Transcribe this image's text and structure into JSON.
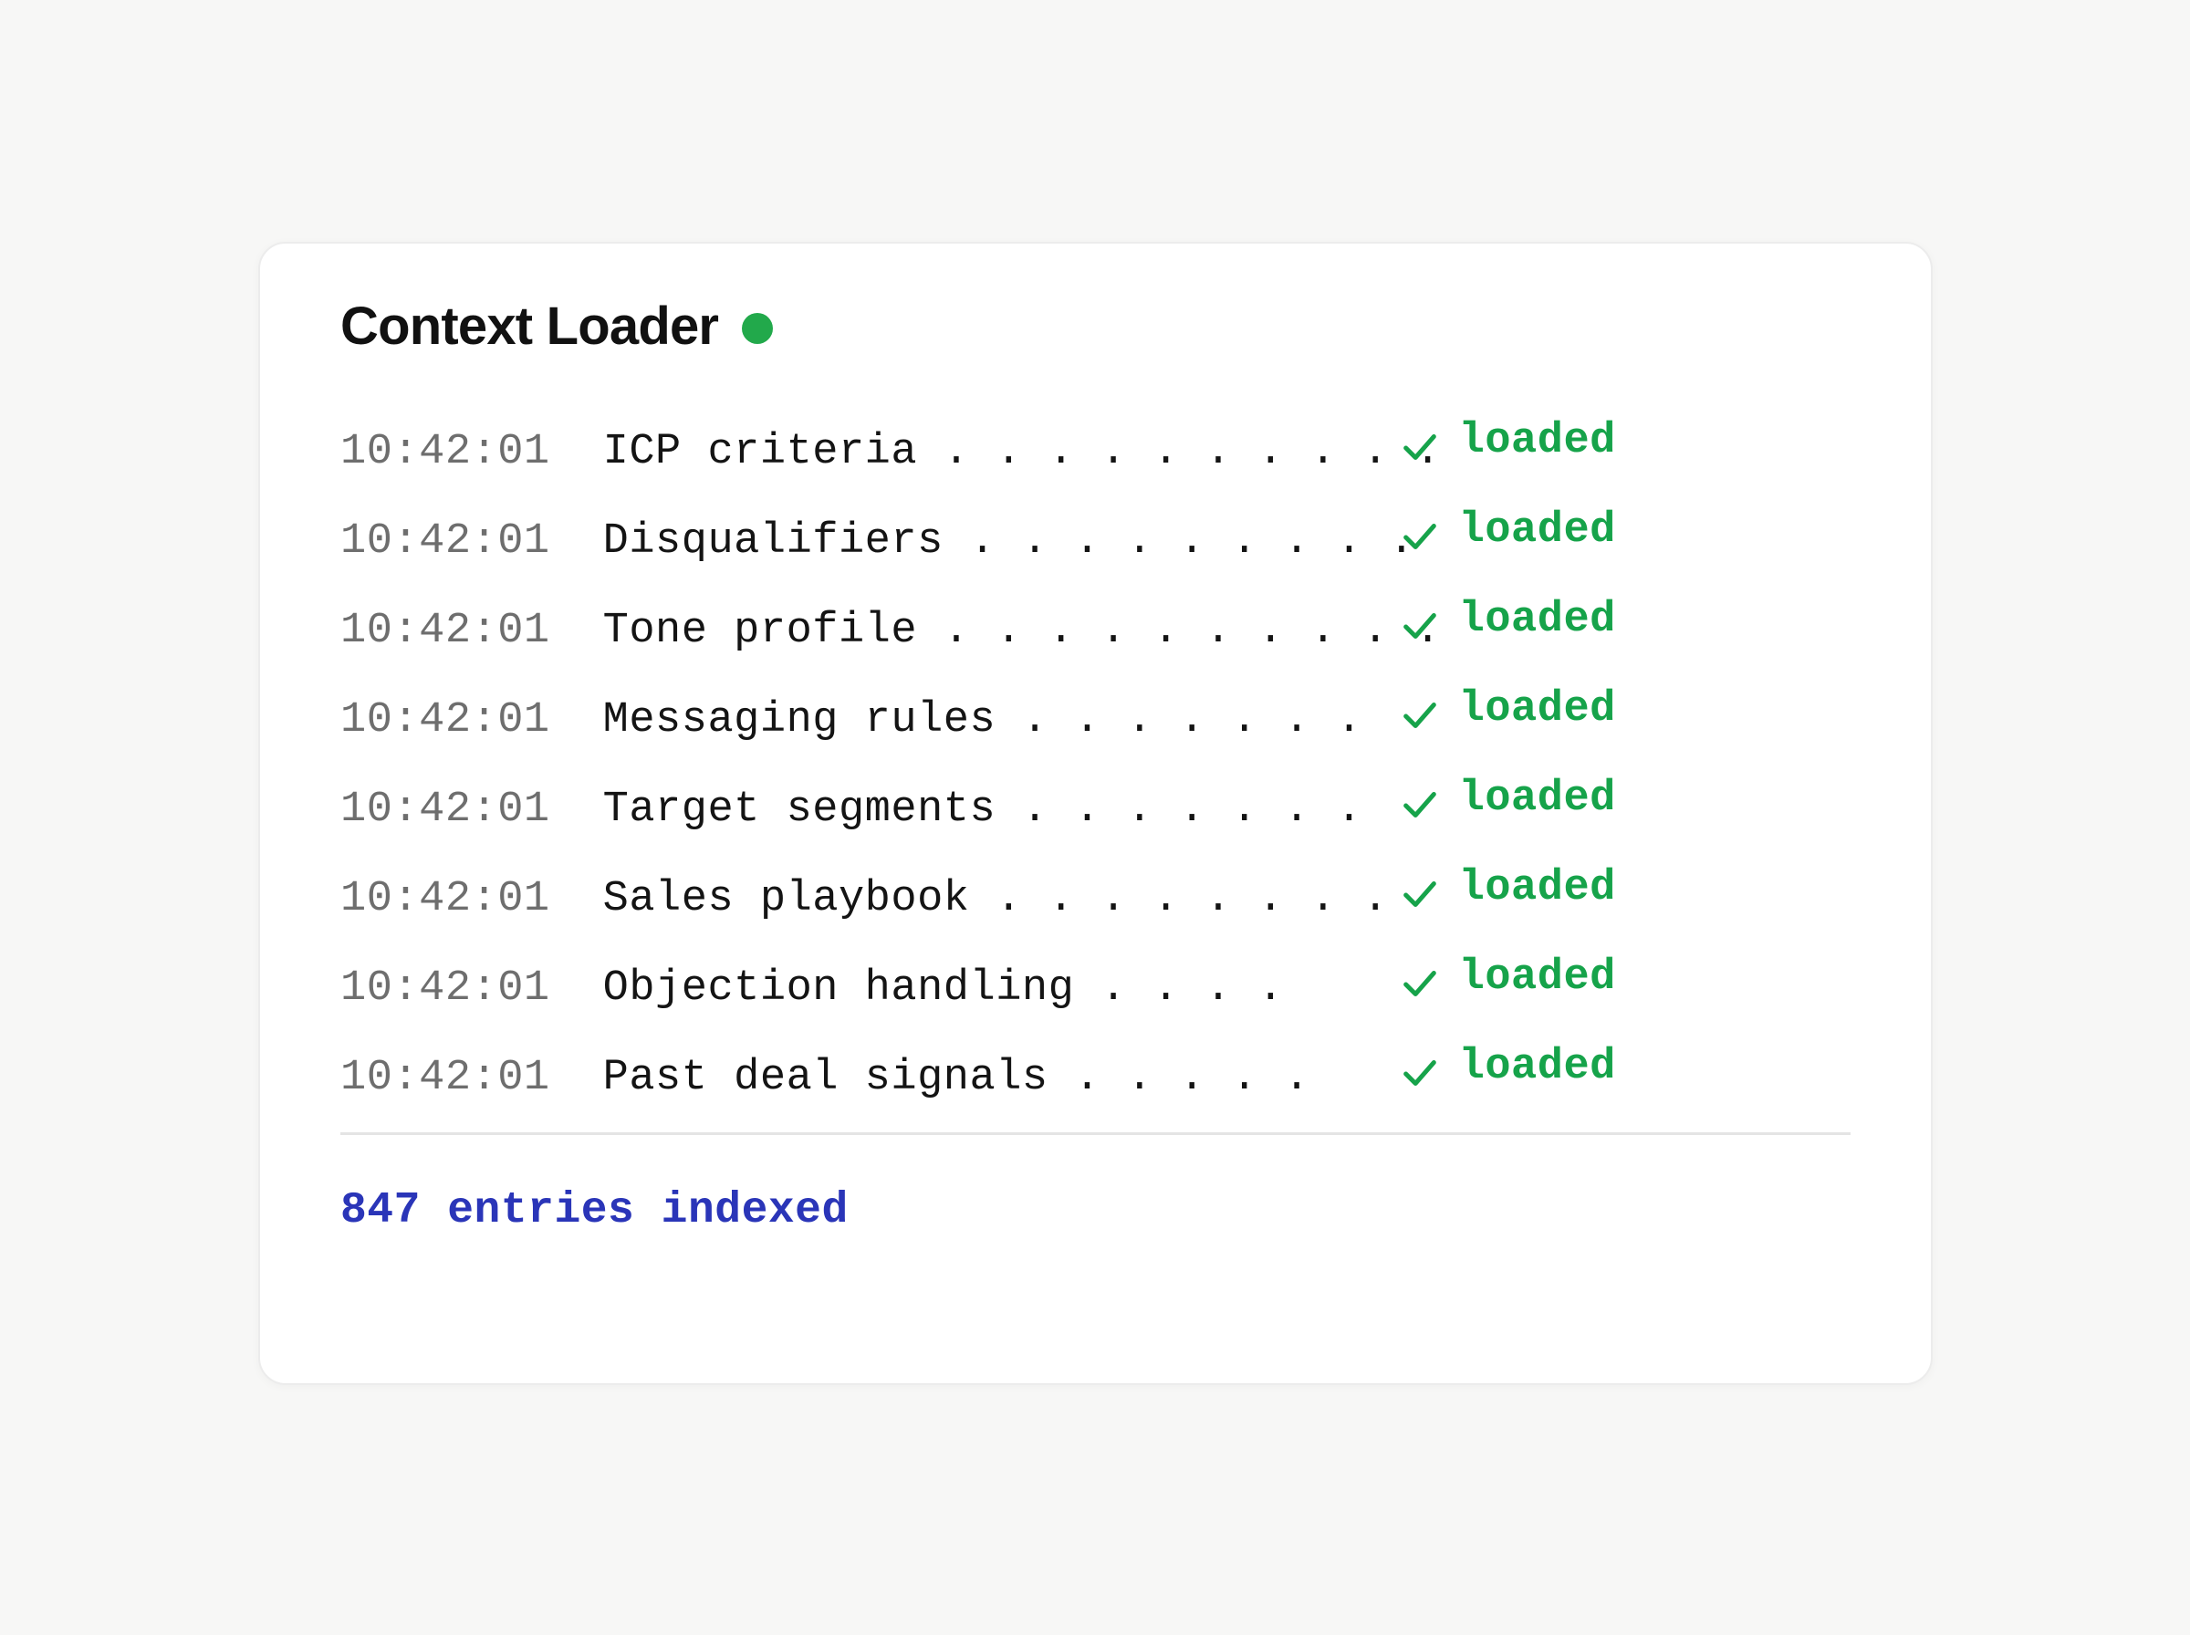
{
  "card": {
    "title": "Context Loader",
    "status_indicator": {
      "name": "online-dot",
      "color": "#22a94b"
    },
    "log": {
      "columns": [
        "timestamp",
        "item",
        "leader",
        "status"
      ],
      "rows": [
        {
          "time": "10:42:01",
          "item": "ICP criteria",
          "leader": ". . . . . . . . . .",
          "status": "loaded",
          "check": "✓"
        },
        {
          "time": "10:42:01",
          "item": "Disqualifiers",
          "leader": ". . . . . . . . .",
          "status": "loaded",
          "check": "✓"
        },
        {
          "time": "10:42:01",
          "item": "Tone profile",
          "leader": ". . . . . . . . . .",
          "status": "loaded",
          "check": "✓"
        },
        {
          "time": "10:42:01",
          "item": "Messaging rules",
          "leader": ". . . . . . .",
          "status": "loaded",
          "check": "✓"
        },
        {
          "time": "10:42:01",
          "item": "Target segments",
          "leader": ". . . . . . .",
          "status": "loaded",
          "check": "✓"
        },
        {
          "time": "10:42:01",
          "item": "Sales playbook",
          "leader": ". . . . . . . .",
          "status": "loaded",
          "check": "✓"
        },
        {
          "time": "10:42:01",
          "item": "Objection handling",
          "leader": ". . . .",
          "status": "loaded",
          "check": "✓"
        },
        {
          "time": "10:42:01",
          "item": "Past deal signals",
          "leader": ". . . . .",
          "status": "loaded",
          "check": "✓"
        }
      ]
    },
    "footer": {
      "summary": "847 entries indexed",
      "count": 847,
      "color": "#2a35b8"
    }
  },
  "colors": {
    "page_background": "#f7f7f6",
    "card_background": "#ffffff",
    "card_border": "#ececec",
    "timestamp": "#6e6e6e",
    "item_text": "#141414",
    "status_green": "#16a34a",
    "divider": "#e4e4e4"
  }
}
